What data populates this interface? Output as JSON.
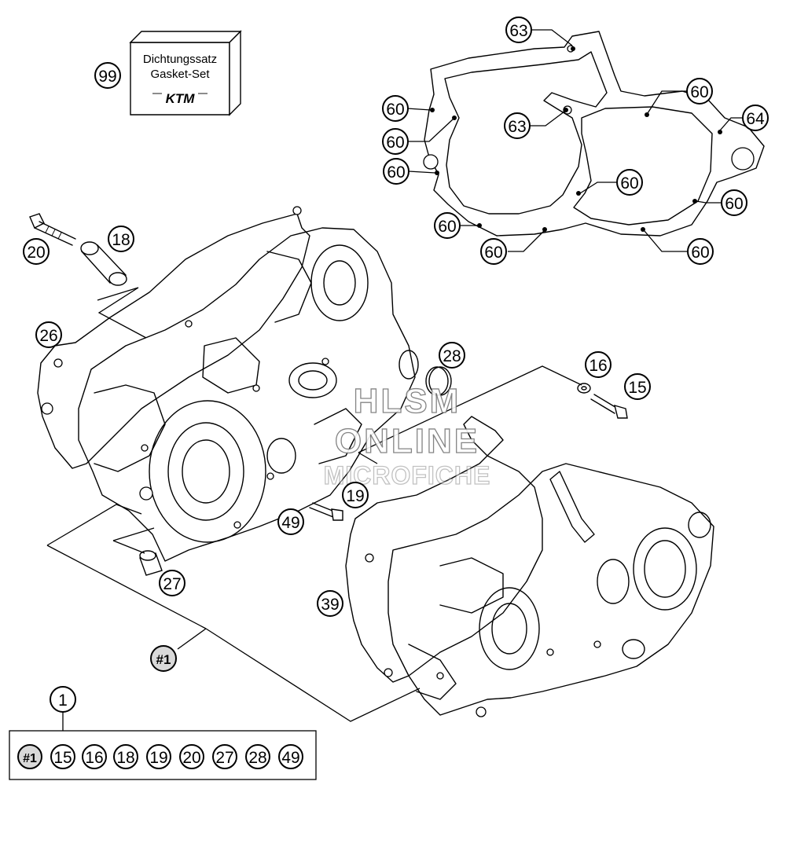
{
  "gasket_kit": {
    "label_de": "Dichtungssatz",
    "label_en": "Gasket-Set",
    "logo": "KTM",
    "ref": "99"
  },
  "callouts": [
    {
      "id": "c63a",
      "label": "63"
    },
    {
      "id": "c60a",
      "label": "60"
    },
    {
      "id": "c60b",
      "label": "60"
    },
    {
      "id": "c60c",
      "label": "60"
    },
    {
      "id": "c63b",
      "label": "63"
    },
    {
      "id": "c60d",
      "label": "60"
    },
    {
      "id": "c64",
      "label": "64"
    },
    {
      "id": "c60e",
      "label": "60"
    },
    {
      "id": "c60f",
      "label": "60"
    },
    {
      "id": "c60g",
      "label": "60"
    },
    {
      "id": "c60h",
      "label": "60"
    },
    {
      "id": "c60i",
      "label": "60"
    },
    {
      "id": "c20",
      "label": "20"
    },
    {
      "id": "c18",
      "label": "18"
    },
    {
      "id": "c26",
      "label": "26"
    },
    {
      "id": "c28",
      "label": "28"
    },
    {
      "id": "c16",
      "label": "16"
    },
    {
      "id": "c15",
      "label": "15"
    },
    {
      "id": "c19",
      "label": "19"
    },
    {
      "id": "c49",
      "label": "49"
    },
    {
      "id": "c27",
      "label": "27"
    },
    {
      "id": "c39",
      "label": "39"
    },
    {
      "id": "c1ref",
      "label": "#1"
    },
    {
      "id": "c1",
      "label": "1"
    }
  ],
  "kit_contents": [
    "#1",
    "15",
    "16",
    "18",
    "19",
    "20",
    "27",
    "28",
    "49"
  ],
  "watermark": {
    "line1": "HLSM",
    "line2": "ONLINE",
    "line3": "MICROFICHE"
  }
}
